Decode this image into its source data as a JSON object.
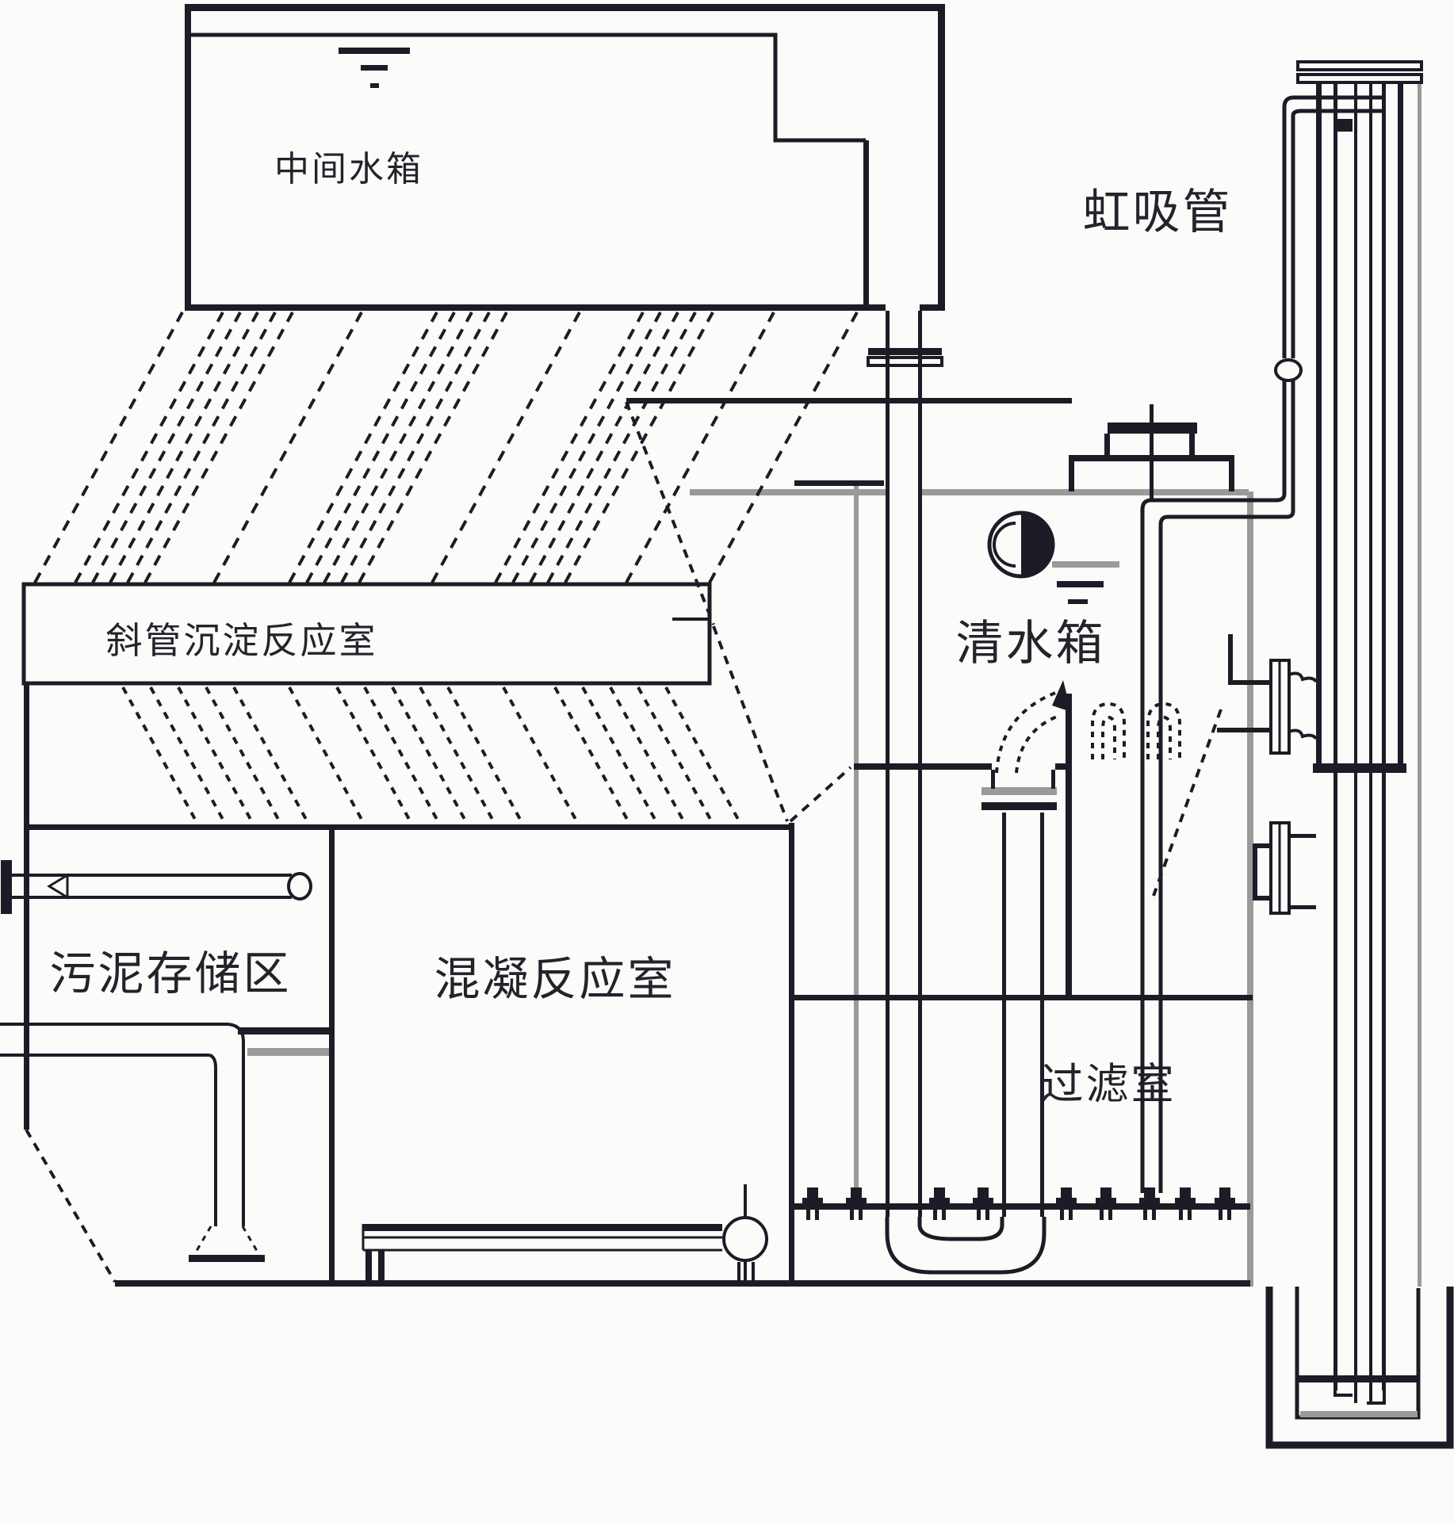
{
  "diagram": {
    "labels": {
      "intermediate_tank": "中间水箱",
      "siphon_pipe": "虹吸管",
      "inclined_tube_chamber": "斜管沉淀反应室",
      "clean_water_tank": "清水箱",
      "sludge_storage": "污泥存储区",
      "coagulation_chamber": "混凝反应室",
      "filter_chamber": "过滤室"
    },
    "colors": {
      "line": "#1c1c26",
      "gray": "#9a9a9a",
      "background": "#fbfbfa",
      "text": "#23232b"
    },
    "symbols": {
      "water_level": "water-level-icon",
      "valve": "half-filled-circle-valve-icon",
      "pipe_union": "pipe-union-icon",
      "flow_arrow": "dashed-flow-arrow-icon",
      "filter_nozzle": "filter-nozzle-icon",
      "bell_mouth": "bell-mouth-outlet-icon"
    }
  }
}
